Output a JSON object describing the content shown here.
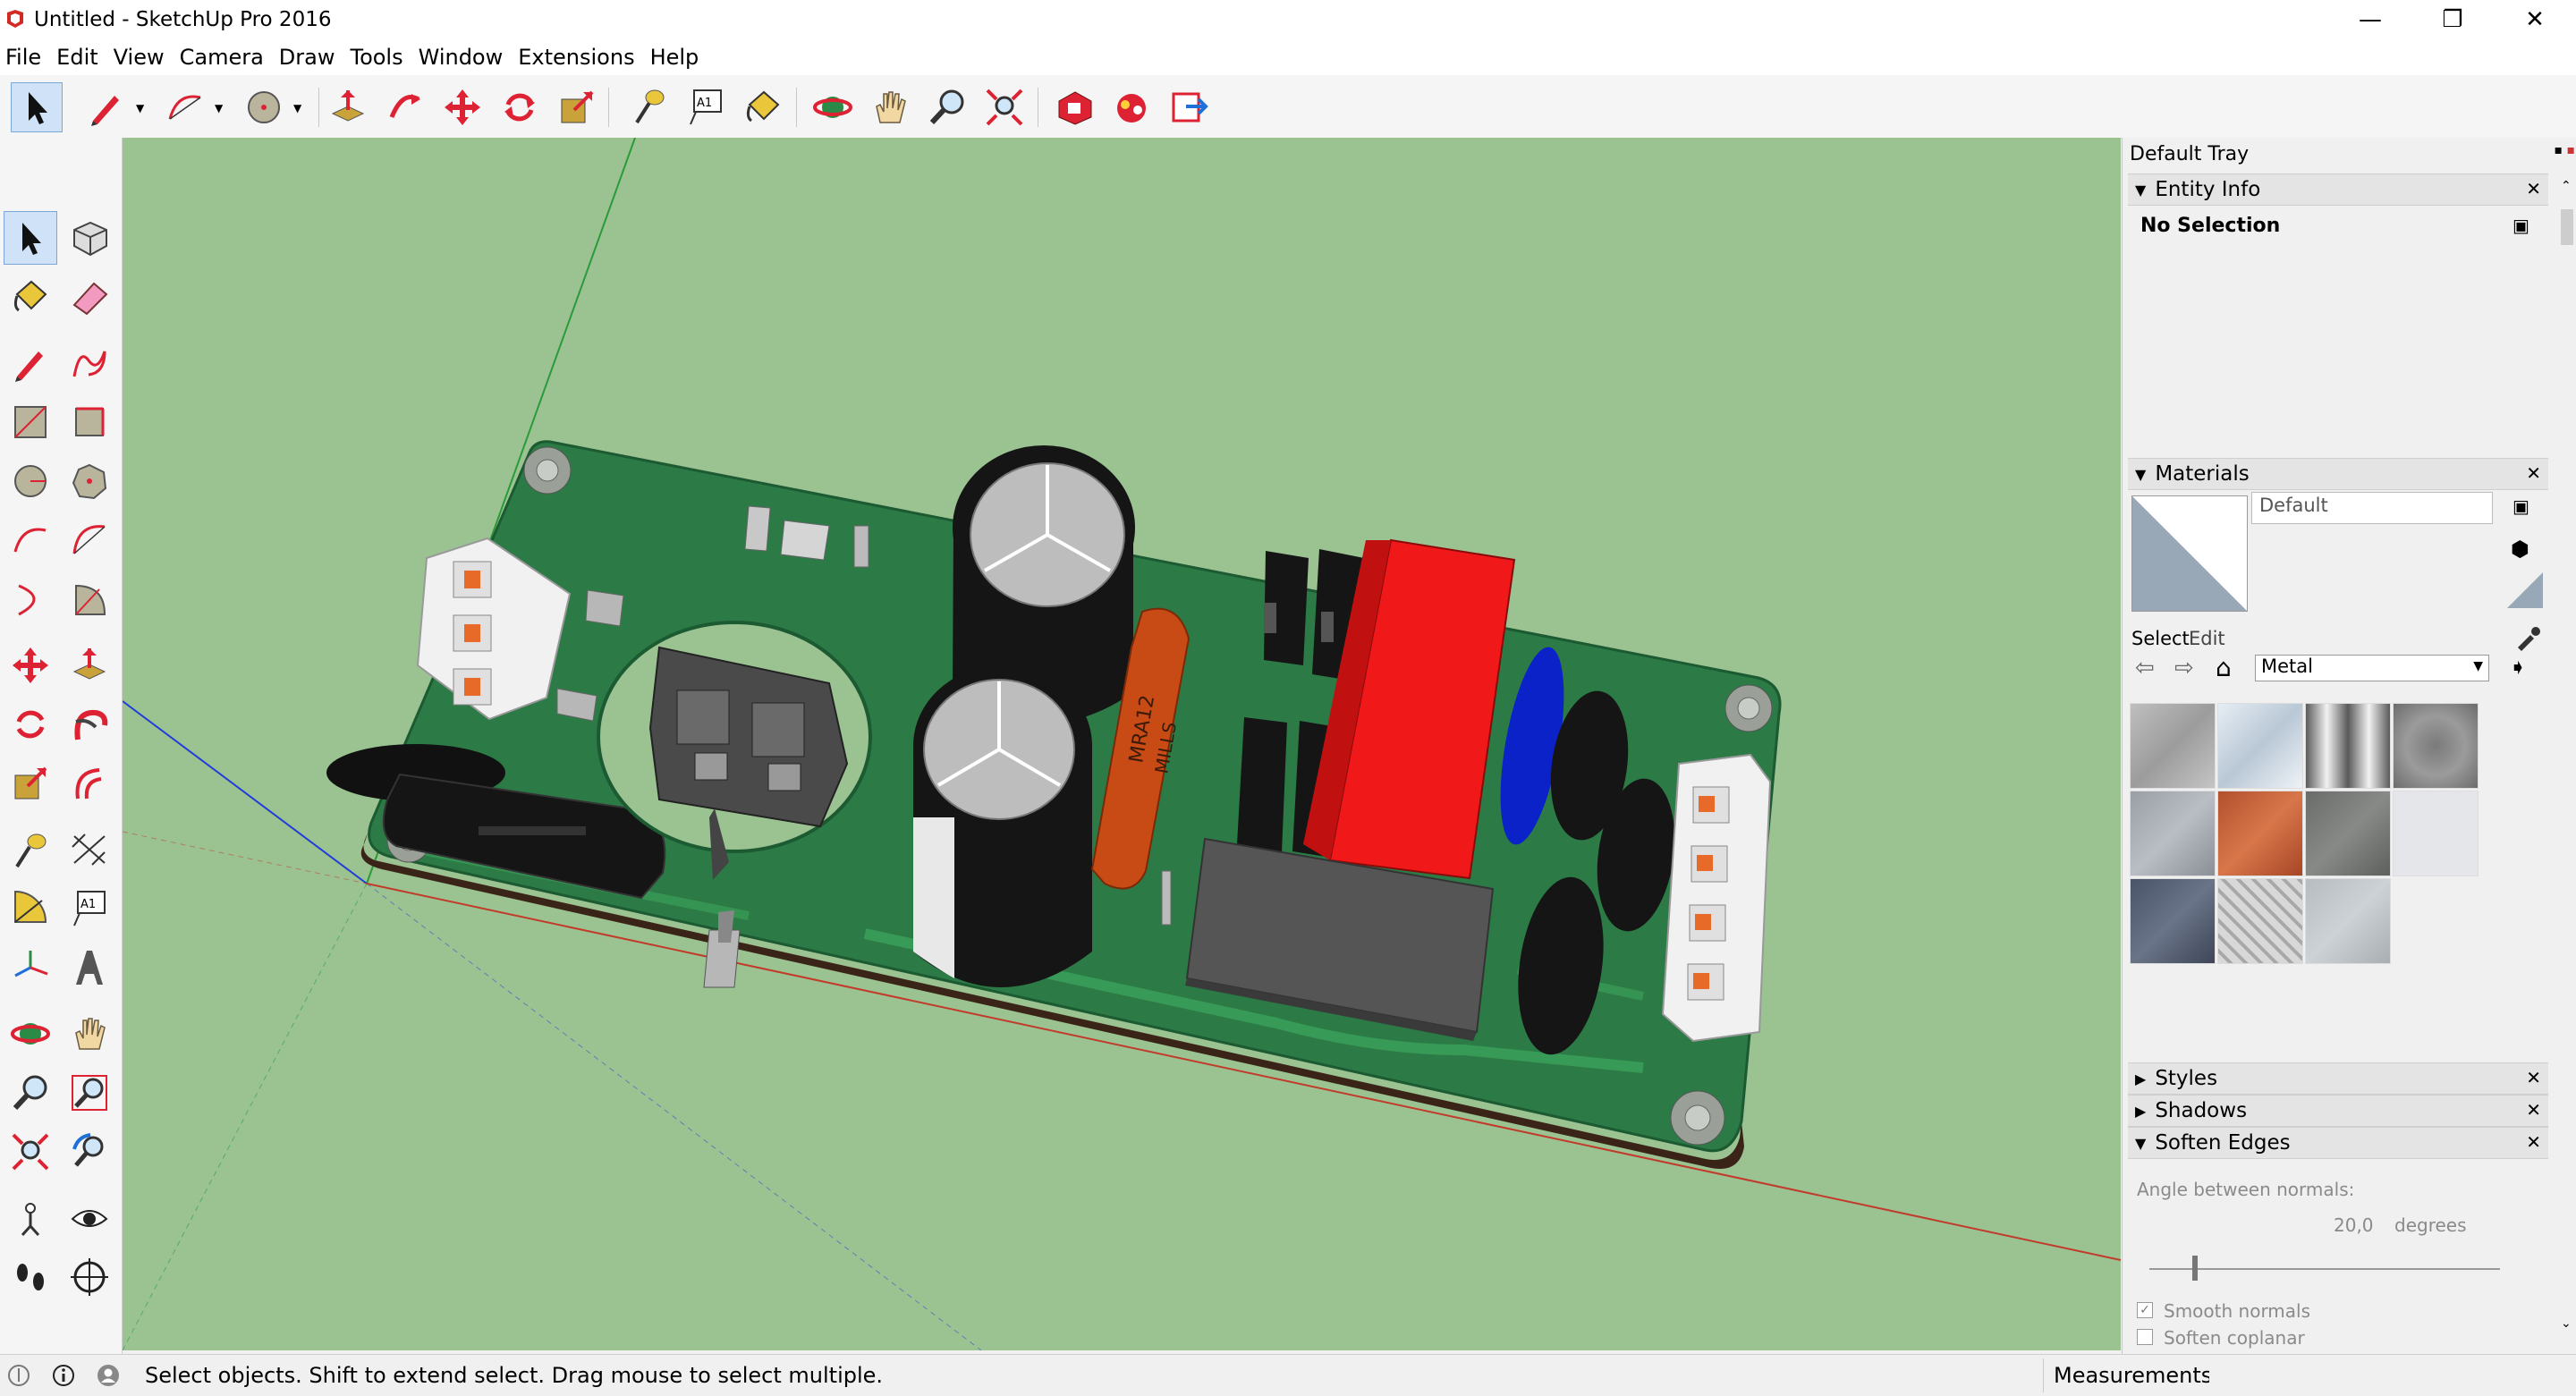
{
  "window": {
    "title": "Untitled - SketchUp Pro 2016",
    "min_glyph": "—",
    "max_glyph": "❐",
    "close_glyph": "✕"
  },
  "menu": [
    "File",
    "Edit",
    "View",
    "Camera",
    "Draw",
    "Tools",
    "Window",
    "Extensions",
    "Help"
  ],
  "viewport": {
    "label1": "MRA12",
    "label2": "MILLS"
  },
  "tray": {
    "title": "Default Tray",
    "entity_info": {
      "label": "Entity Info",
      "selection": "No Selection"
    },
    "materials": {
      "label": "Materials",
      "material_name": "Default",
      "tab_select": "Select",
      "tab_edit": "Edit",
      "collection": "Metal"
    },
    "styles_label": "Styles",
    "shadows_label": "Shadows",
    "soften": {
      "label": "Soften Edges",
      "angle_label": "Angle between normals:",
      "angle_value": "20,0",
      "angle_unit": "degrees",
      "smooth_normals": "Smooth normals",
      "soften_coplanar": "Soften coplanar"
    }
  },
  "status": {
    "message": "Select objects. Shift to extend select. Drag mouse to select multiple.",
    "measurements_label": "Measurements"
  },
  "colors": {
    "viewport_bg": "#9bc392",
    "pcb": "#2c7a45",
    "accent": "#e43b2c"
  }
}
